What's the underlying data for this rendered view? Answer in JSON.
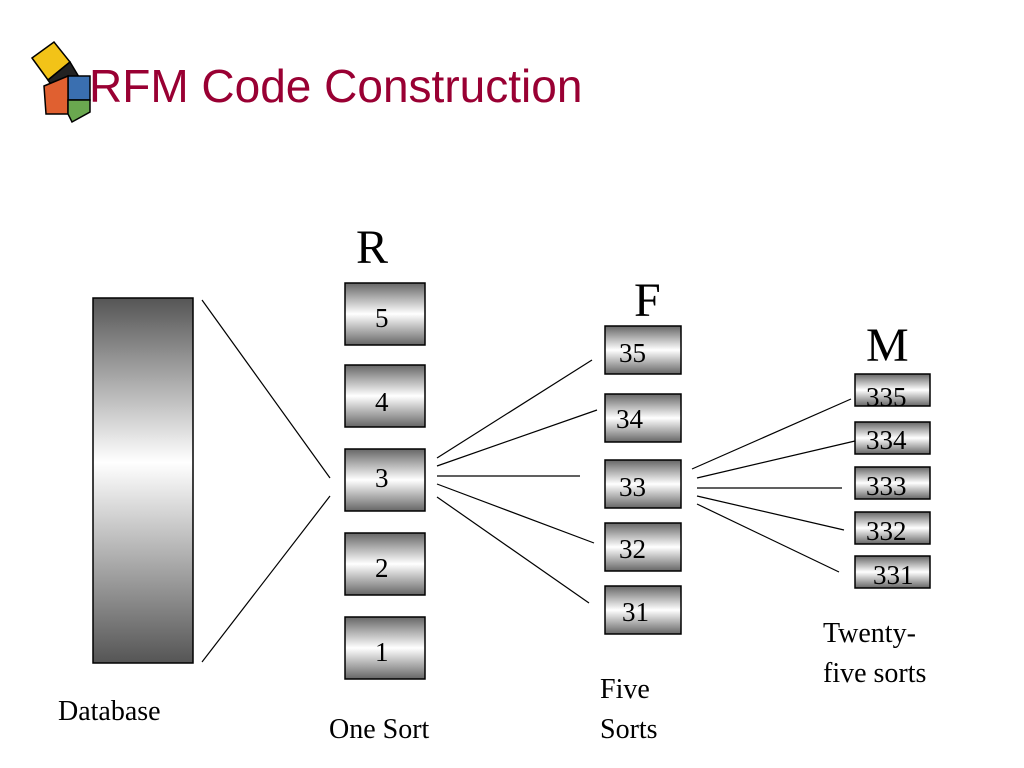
{
  "title": "RFM Code Construction",
  "logo_icon": "colored-cube-logo",
  "colors": {
    "title": "#990033",
    "box_border": "#000000",
    "gradient_dark": "#555555",
    "gradient_light": "#ffffff"
  },
  "diagram": {
    "database_label": "Database",
    "r_column": {
      "heading": "R",
      "caption": "One Sort",
      "boxes": [
        "5",
        "4",
        "3",
        "2",
        "1"
      ]
    },
    "f_column": {
      "heading": "F",
      "caption_line1": "Five",
      "caption_line2": "Sorts",
      "boxes": [
        "35",
        "34",
        "33",
        "32",
        "31"
      ]
    },
    "m_column": {
      "heading": "M",
      "caption_line1": "Twenty-",
      "caption_line2": "five sorts",
      "boxes": [
        "335",
        "334",
        "333",
        "332",
        "331"
      ]
    }
  }
}
